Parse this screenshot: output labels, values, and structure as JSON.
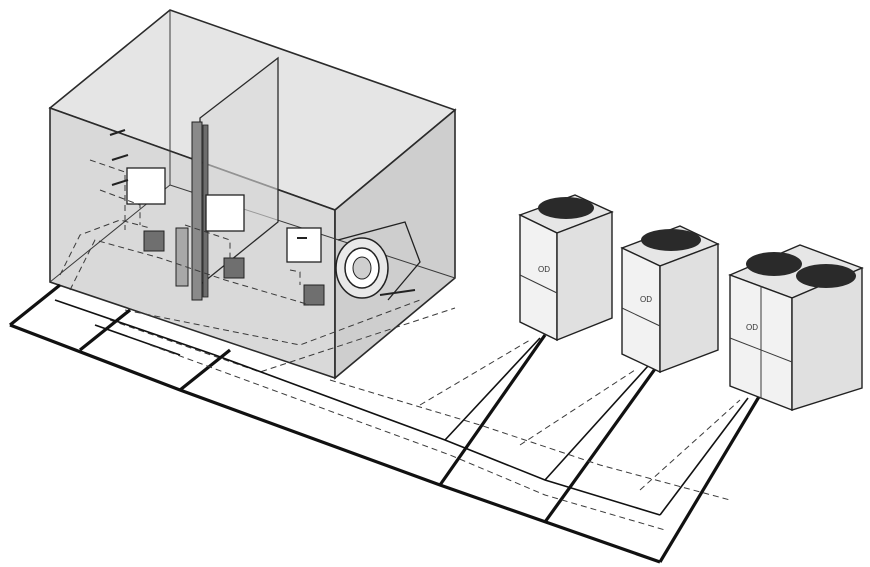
{
  "diagram": {
    "outdoor_units": [
      {
        "label": "OD"
      },
      {
        "label": "OD"
      },
      {
        "label": "OD"
      }
    ]
  },
  "colors": {
    "room_fill": "#cfcfcf",
    "unit_fill": "#f2f2f2",
    "fan_top": "#2a2a2a",
    "line": "#2b2b2b"
  }
}
